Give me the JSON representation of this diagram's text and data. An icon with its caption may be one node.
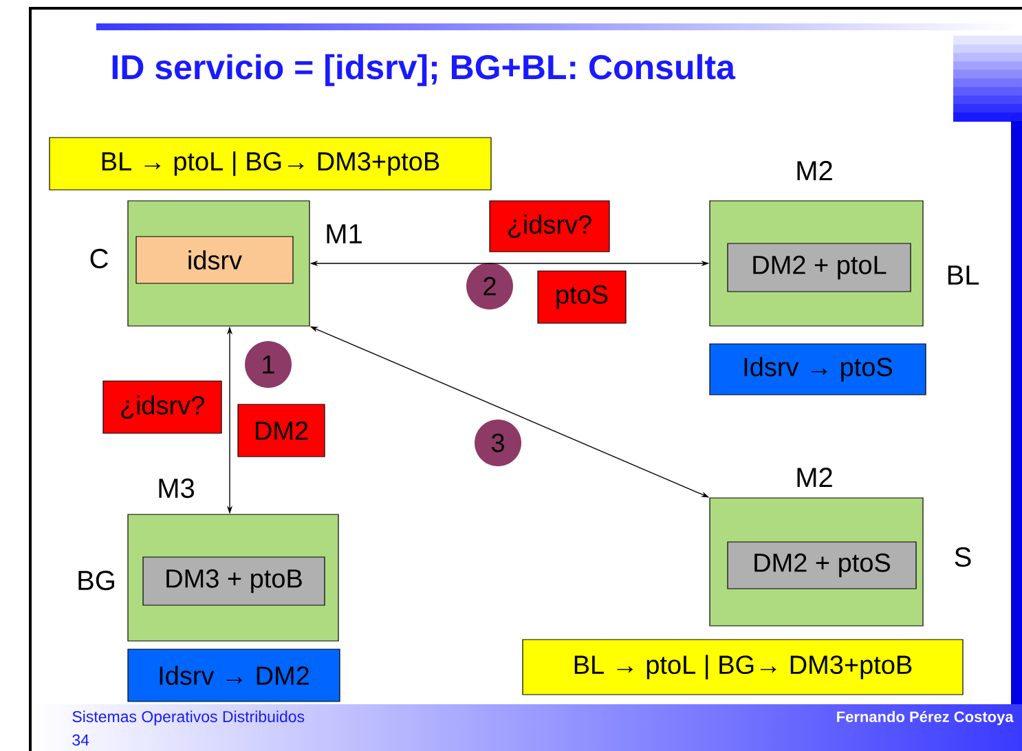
{
  "diagram": {
    "title": "ID servicio = [idsrv]; BG+BL: Consulta",
    "nodes": [
      {
        "text": [
          "BL → ptoL | BG→ DM3+ptoB"
        ]
      },
      {
        "text": [],
        "shape": "box",
        "beside": [
          "C",
          "M1"
        ]
      },
      {
        "text": [
          "idsrv"
        ],
        "in": 1
      },
      {
        "text": [],
        "shape": "box",
        "beside": [
          "M2",
          "BL"
        ]
      },
      {
        "text": [
          "DM2 + ptoL"
        ],
        "in": 3
      },
      {
        "text": [
          "¿idsrv?"
        ]
      },
      {
        "text": [
          "2"
        ]
      },
      {
        "text": [
          "ptoS"
        ]
      },
      {
        "text": [
          "Idsrv → ptoS"
        ]
      },
      {
        "text": [
          "1"
        ]
      },
      {
        "text": [
          "¿idsrv?"
        ]
      },
      {
        "text": [
          "DM2"
        ]
      },
      {
        "text": [
          "3"
        ]
      },
      {
        "text": [],
        "shape": "box",
        "beside": [
          "M3",
          "BG"
        ]
      },
      {
        "text": [
          "DM3 + ptoB"
        ],
        "in": 13
      },
      {
        "text": [],
        "shape": "box",
        "beside": [
          "M2",
          "S"
        ]
      },
      {
        "text": [
          "DM2 + ptoS"
        ],
        "in": 15
      },
      {
        "text": [
          "Idsrv → DM2"
        ]
      },
      {
        "text": [
          "BL → ptoL | BG→ DM3+ptoB"
        ]
      }
    ],
    "edges": [
      {
        "from": 1,
        "to": 3,
        "arrow": "both"
      },
      {
        "from": 1,
        "to": 13,
        "arrow": "both"
      },
      {
        "from": 1,
        "to": 15,
        "arrow": "both"
      }
    ],
    "labels": [
      "Sistemas Operativos Distribuidos",
      "34",
      "Fernando Pérez Costoya"
    ]
  }
}
